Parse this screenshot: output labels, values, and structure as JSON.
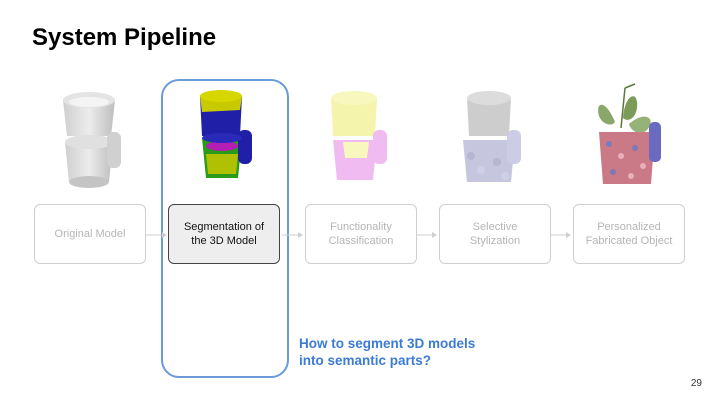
{
  "slide": {
    "title": "System Pipeline",
    "steps": [
      {
        "label": "Original Model",
        "state": "dimmed"
      },
      {
        "label": "Segmentation of\nthe 3D Model",
        "state": "active"
      },
      {
        "label": "Functionality\nClassification",
        "state": "dimmed"
      },
      {
        "label": "Selective\nStylization",
        "state": "dimmed"
      },
      {
        "label": "Personalized\nFabricated Object",
        "state": "dimmed"
      }
    ],
    "question": "How to segment 3D models\ninto semantic parts?",
    "page_number": "29",
    "colors": {
      "accent_blue": "#3b7bd4",
      "frame_blue": "#6a9ad8",
      "dimmed_text": "#b5b5b5"
    }
  }
}
